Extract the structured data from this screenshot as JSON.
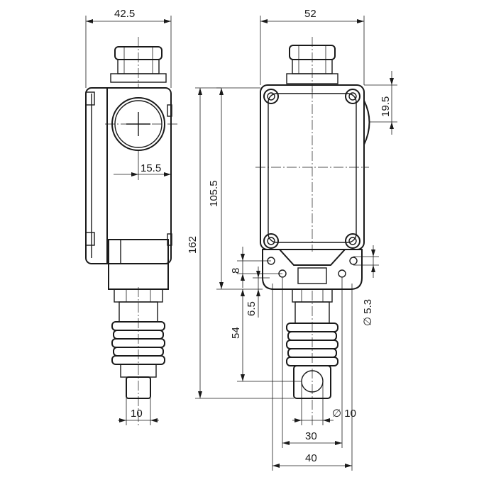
{
  "dimensions": {
    "side_width": "42.5",
    "front_width": "52",
    "screw_offset": "15.5",
    "body_height": "105.5",
    "total_height": "162",
    "top_offset": "19.5",
    "mount_spacing": "8",
    "plunger_offset": "6.5",
    "plunger_length": "54",
    "hole_diameter": "5.3",
    "plunger_diameter_side": "10",
    "plunger_diameter_front": "10",
    "base_width_inner": "30",
    "base_width_outer": "40"
  },
  "symbols": {
    "diameter": "∅"
  }
}
